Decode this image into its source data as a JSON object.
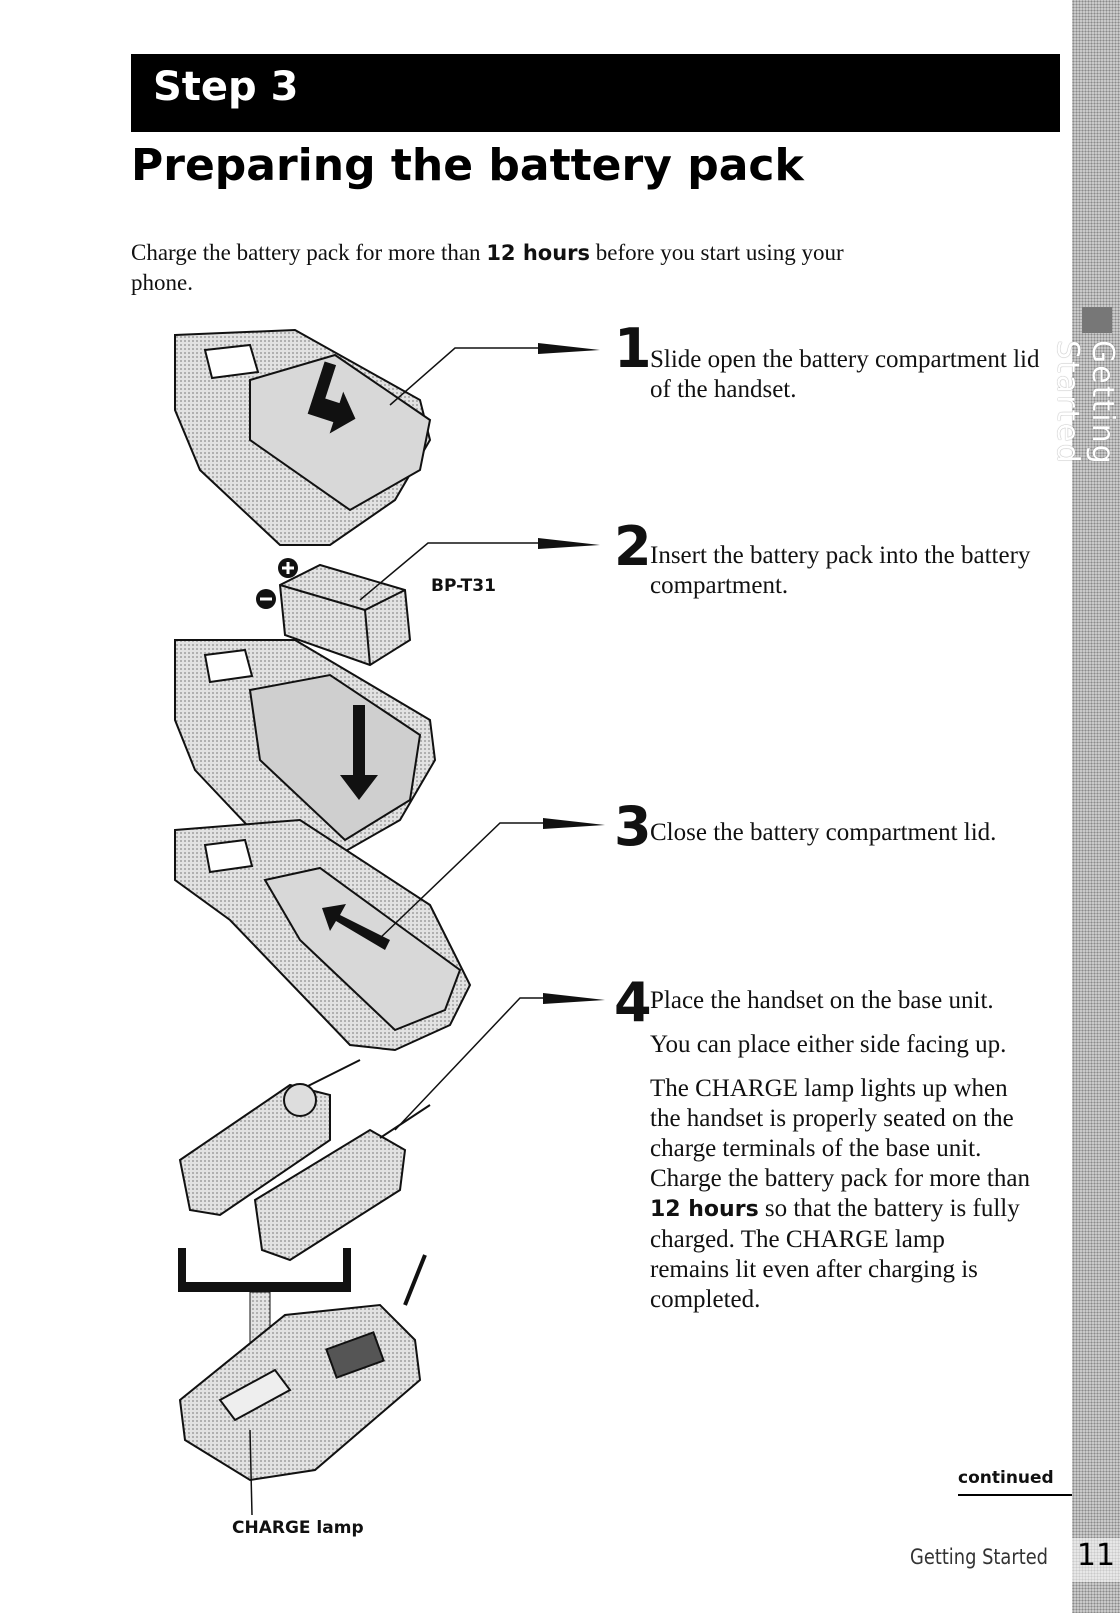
{
  "header": {
    "step_label": "Step 3",
    "title": "Preparing the battery pack"
  },
  "intro": {
    "before": "Charge the battery pack for more than ",
    "bold": "12 hours",
    "after": " before you start using your phone."
  },
  "steps": [
    {
      "number": "1",
      "text": "Slide open the battery compartment lid of the handset."
    },
    {
      "number": "2",
      "text": "Insert the battery pack into the battery compartment."
    },
    {
      "number": "3",
      "text": "Close the battery compartment lid."
    },
    {
      "number": "4",
      "text": "Place the handset on the base unit.",
      "note1": "You can place either side facing up.",
      "note2_before": "The CHARGE lamp lights up when the handset is properly seated on the charge terminals of the base unit. Charge the battery pack for more than ",
      "note2_bold": "12 hours",
      "note2_after": " so that the battery is fully charged. The CHARGE lamp remains lit even after charging is completed."
    }
  ],
  "illustration_labels": {
    "battery_model": "BP-T31",
    "charge_lamp": "CHARGE lamp"
  },
  "sidebar": {
    "section": "Getting Started"
  },
  "footer": {
    "continued": "continued",
    "section": "Getting Started",
    "page_number": "11"
  }
}
